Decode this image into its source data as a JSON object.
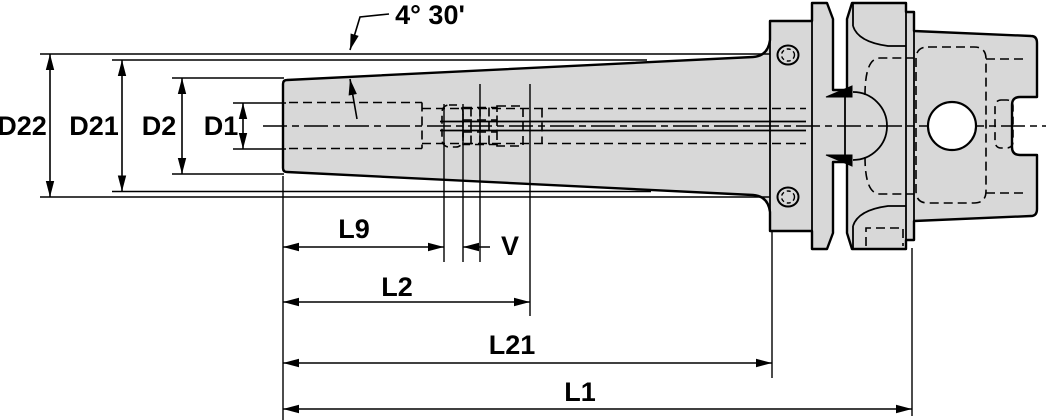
{
  "drawing": {
    "dimensions": {
      "d22": "D22",
      "d21": "D21",
      "d2": "D2",
      "d1": "D1",
      "angle": "4° 30'",
      "l9": "L9",
      "v": "V",
      "l2": "L2",
      "l21": "L21",
      "l1": "L1"
    },
    "colors": {
      "body_fill": "#d8d8d8",
      "line": "#000000",
      "background": "#ffffff"
    }
  }
}
